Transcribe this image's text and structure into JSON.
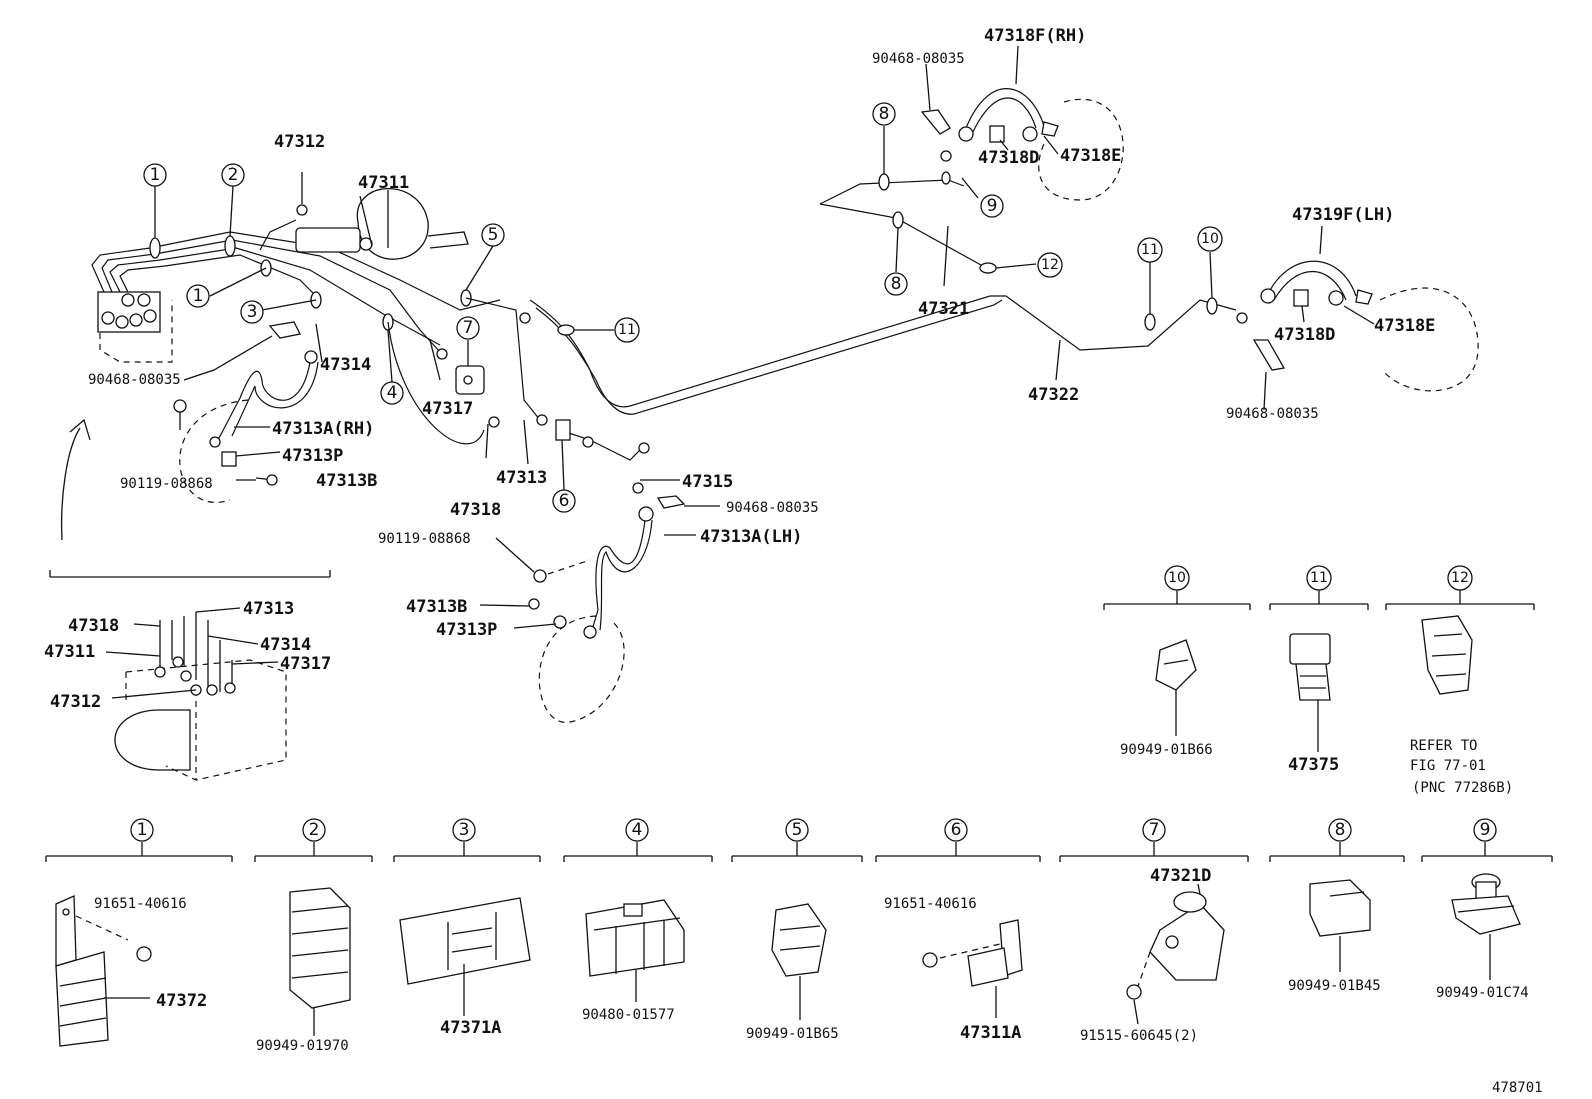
{
  "labels": {
    "p47312_top": "47312",
    "p47311_top": "47311",
    "p90468_a": "90468-08035",
    "p47314_top": "47314",
    "p47317_top": "47317",
    "p47313A_rh": "47313A(RH)",
    "p47313P_top": "47313P",
    "p90119_a": "90119-08868",
    "p47313B_top": "47313B",
    "p47318_mid": "47318",
    "p47313_mid": "47313",
    "p47315": "47315",
    "p90468_b": "90468-08035",
    "p47313A_lh": "47313A(LH)",
    "p90119_b": "90119-08868",
    "p47313B_low": "47313B",
    "p47313P_low": "47313P",
    "p47318F": "47318F(RH)",
    "p90468_c": "90468-08035",
    "p47318D_a": "47318D",
    "p47318E_a": "47318E",
    "p47321": "47321",
    "p47322": "47322",
    "p47319F": "47319F(LH)",
    "p47318D_b": "47318D",
    "p47318E_b": "47318E",
    "p90468_d": "90468-08035",
    "inset_47318": "47318",
    "inset_47313": "47313",
    "inset_47311": "47311",
    "inset_47314": "47314",
    "inset_47317": "47317",
    "inset_47312": "47312",
    "c10_part": "90949-01B66",
    "c11_part": "47375",
    "c12_note1": "REFER TO",
    "c12_note2": "FIG 77-01",
    "c12_note3": "(PNC 77286B)",
    "c1_bolt": "91651-40616",
    "c1_part": "47372",
    "c2_part": "90949-01970",
    "c3_part": "47371A",
    "c4_part": "90480-01577",
    "c5_part": "90949-01B65",
    "c6_bolt": "91651-40616",
    "c6_part": "47311A",
    "c7_part": "47321D",
    "c7_bolt": "91515-60645(2)",
    "c8_part": "90949-01B45",
    "c9_part": "90949-01C74",
    "fig_number": "478701"
  },
  "callouts": {
    "n1": "1",
    "n2": "2",
    "n3": "3",
    "n4": "4",
    "n5": "5",
    "n6": "6",
    "n7": "7",
    "n8": "8",
    "n9": "9",
    "n10": "10",
    "n11": "11",
    "n12": "12"
  }
}
